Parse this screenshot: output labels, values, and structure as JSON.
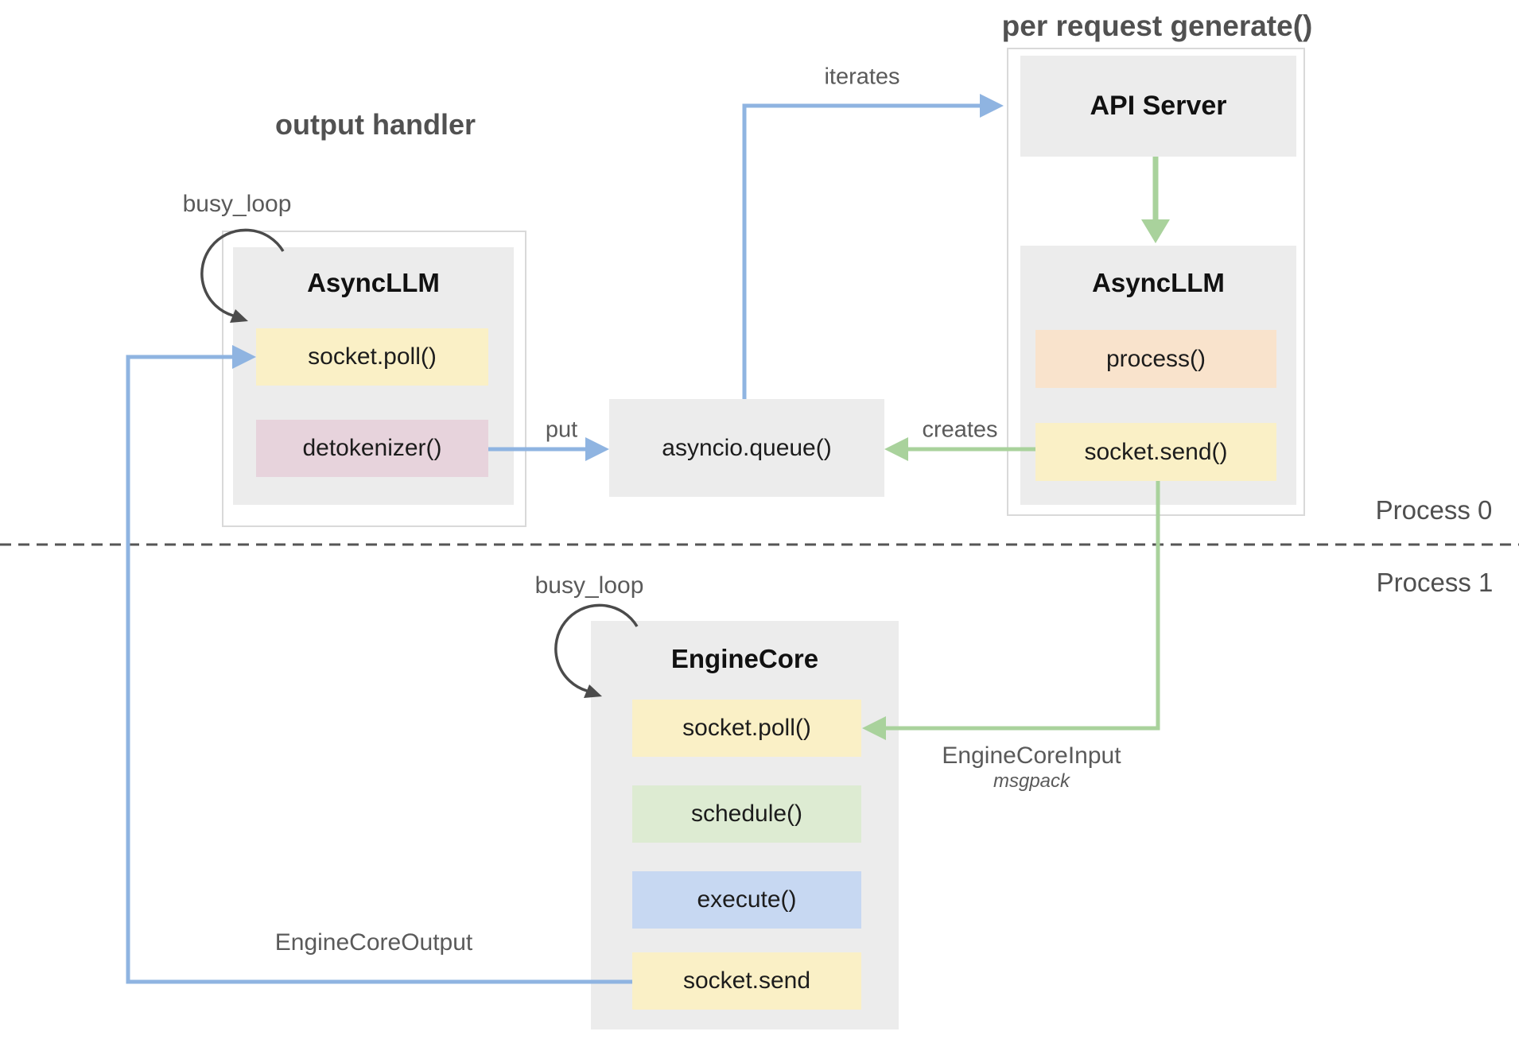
{
  "titles": {
    "output_handler": "output handler",
    "per_request_generate": "per request generate()"
  },
  "labels": {
    "busy_loop_top": "busy_loop",
    "busy_loop_bottom": "busy_loop",
    "iterates": "iterates",
    "put": "put",
    "creates": "creates",
    "engine_core_input": "EngineCoreInput",
    "msgpack": "msgpack",
    "engine_core_output": "EngineCoreOutput",
    "process0": "Process 0",
    "process1": "Process 1"
  },
  "queue": {
    "label": "asyncio.queue()"
  },
  "output_handler_group": {
    "component": "AsyncLLM",
    "methods": [
      {
        "label": "socket.poll()",
        "color": "#faf0c6"
      },
      {
        "label": "detokenizer()",
        "color": "#e7d3dc"
      }
    ]
  },
  "per_request_group": {
    "api_server": "API Server",
    "component": "AsyncLLM",
    "methods": [
      {
        "label": "process()",
        "color": "#f9e3cc"
      },
      {
        "label": "socket.send()",
        "color": "#faf0c6"
      }
    ]
  },
  "engine_core_group": {
    "component": "EngineCore",
    "methods": [
      {
        "label": "socket.poll()",
        "color": "#faf0c6"
      },
      {
        "label": "schedule()",
        "color": "#ddebd2"
      },
      {
        "label": "execute()",
        "color": "#c7d8f2"
      },
      {
        "label": "socket.send",
        "color": "#faf0c6"
      }
    ]
  },
  "colors": {
    "blue_arrow": "#8fb4e1",
    "green_arrow": "#a9d29c",
    "dark_arrow": "#4b4b4b",
    "container_fill": "#ececec",
    "outer_border": "#d9d9d9",
    "dashed_divider": "#555555",
    "text_gray": "#5a5a5a",
    "text_dark": "#1c1c1c"
  }
}
